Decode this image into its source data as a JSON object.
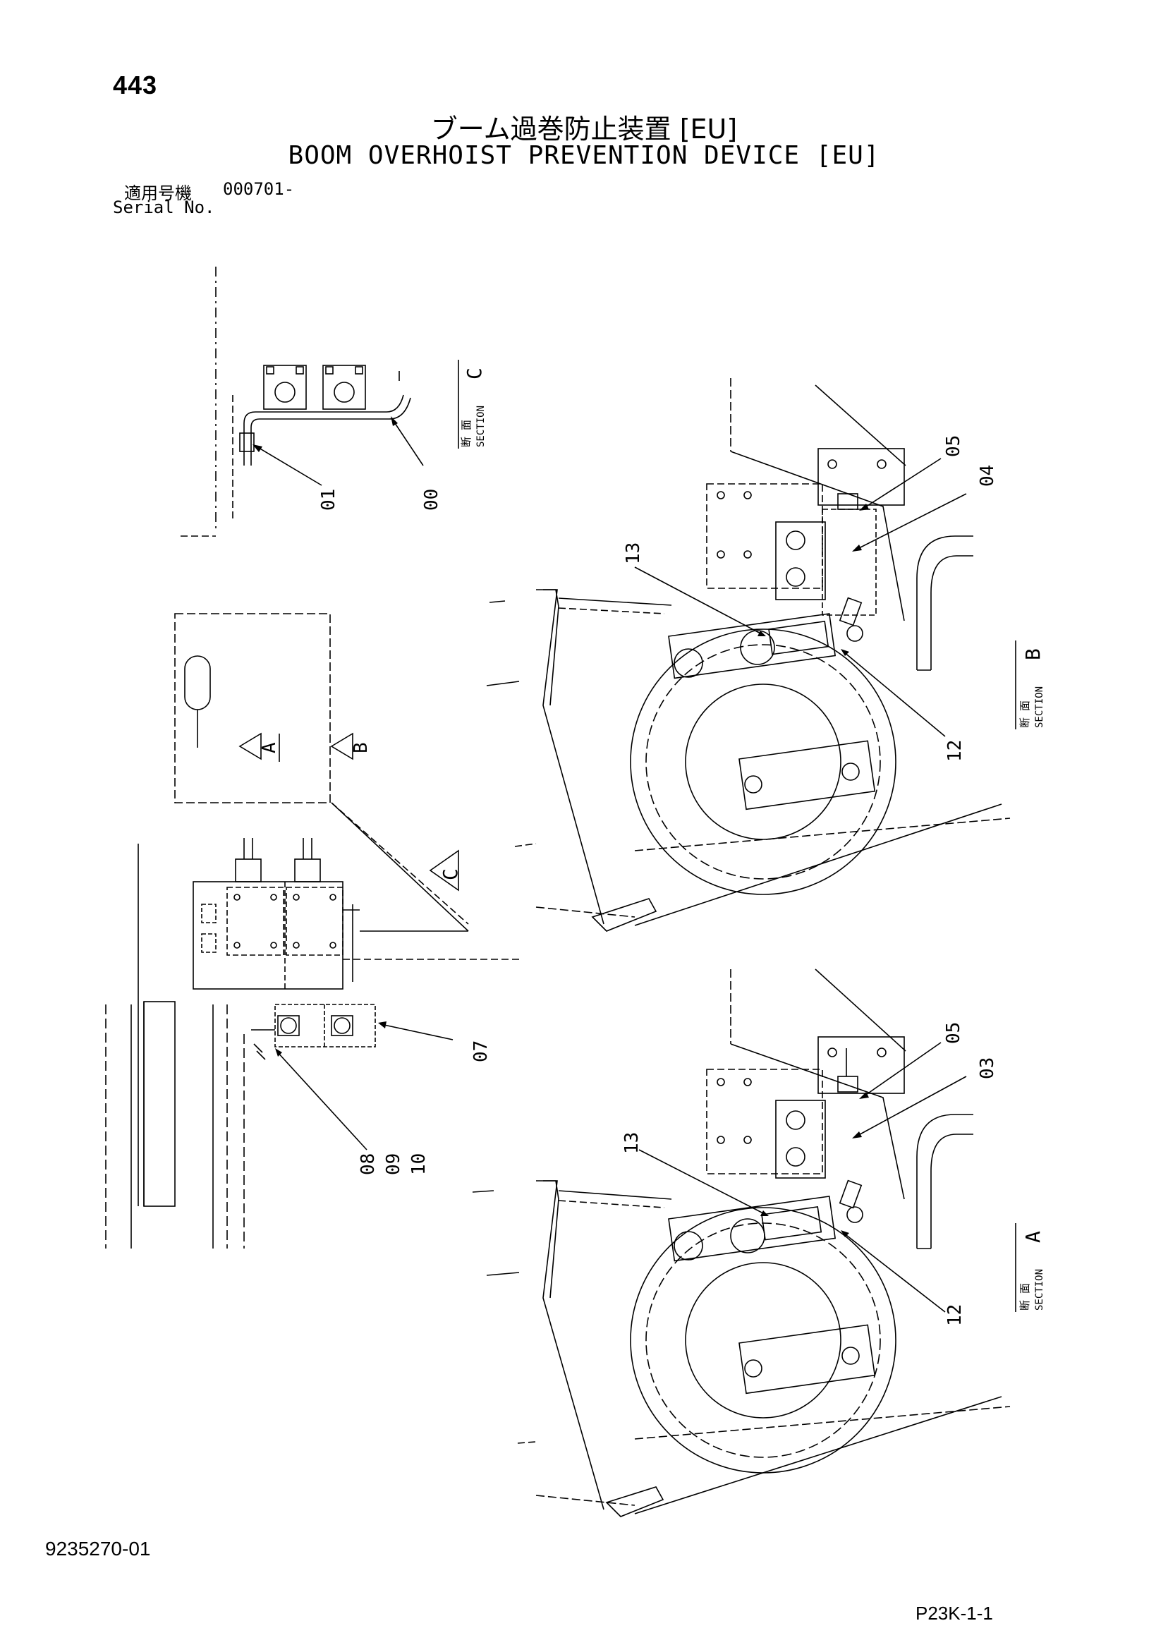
{
  "header": {
    "page_number": "443",
    "title_jp": "ブーム過巻防止装置 [EU]",
    "title_en": "BOOM OVERHOIST PREVENTION DEVICE [EU]",
    "serial_label_jp": "適用号機",
    "serial_value": "000701-",
    "serial_label_en": "Serial No."
  },
  "footer": {
    "doc_code": "9235270-01",
    "page_ref": "P23K-1-1"
  },
  "sections": {
    "c": {
      "jp": "断 面",
      "en": "SECTION",
      "letter": "C"
    },
    "b": {
      "jp": "断 面",
      "en": "SECTION",
      "letter": "B"
    },
    "a": {
      "jp": "断 面",
      "en": "SECTION",
      "letter": "A"
    }
  },
  "view_markers": {
    "a": "A",
    "b": "B",
    "c": "C"
  },
  "part_labels": {
    "c_01": "01",
    "c_00": "00",
    "b_05": "05",
    "b_04": "04",
    "b_13": "13",
    "b_12": "12",
    "m_07": "07",
    "m_08": "08",
    "m_09": "09",
    "m_10": "10",
    "a_05": "05",
    "a_03": "03",
    "a_13": "13",
    "a_12": "12"
  }
}
